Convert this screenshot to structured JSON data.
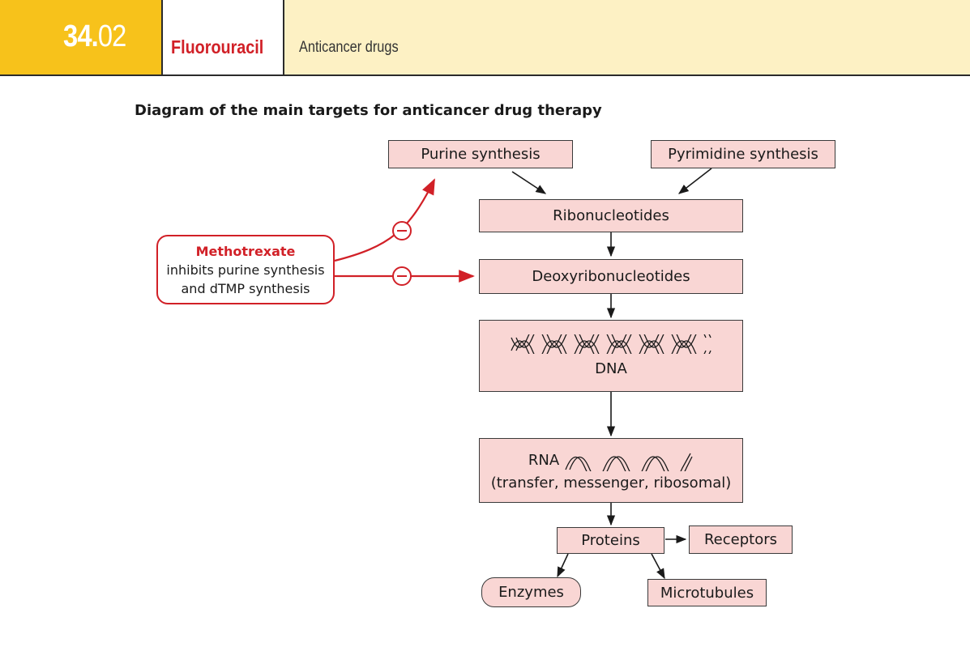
{
  "header": {
    "chapter_number_main": "34.",
    "chapter_number_sub": "02",
    "title": "Fluorouracil",
    "subtitle": "Anticancer drugs"
  },
  "diagram": {
    "title": "Diagram of the main targets for anticancer drug therapy",
    "nodes": {
      "purine_synthesis": "Purine synthesis",
      "pyrimidine_synthesis": "Pyrimidine synthesis",
      "ribonucleotides": "Ribonucleotides",
      "deoxyribonucleotides": "Deoxyribonucleotides",
      "dna": "DNA",
      "rna": "RNA",
      "rna_types": "(transfer, messenger, ribosomal)",
      "proteins": "Proteins",
      "receptors": "Receptors",
      "enzymes": "Enzymes",
      "microtubules": "Microtubules"
    },
    "drug_callout": {
      "drug_name": "Methotrexate",
      "line1": "inhibits purine synthesis",
      "line2": "and dTMP synthesis"
    },
    "inhibition_symbol": "−",
    "colors": {
      "box_fill": "#f9d6d4",
      "inhibitor": "#d12027",
      "header_accent": "#f7c21b",
      "header_band": "#fdf1c4"
    }
  }
}
